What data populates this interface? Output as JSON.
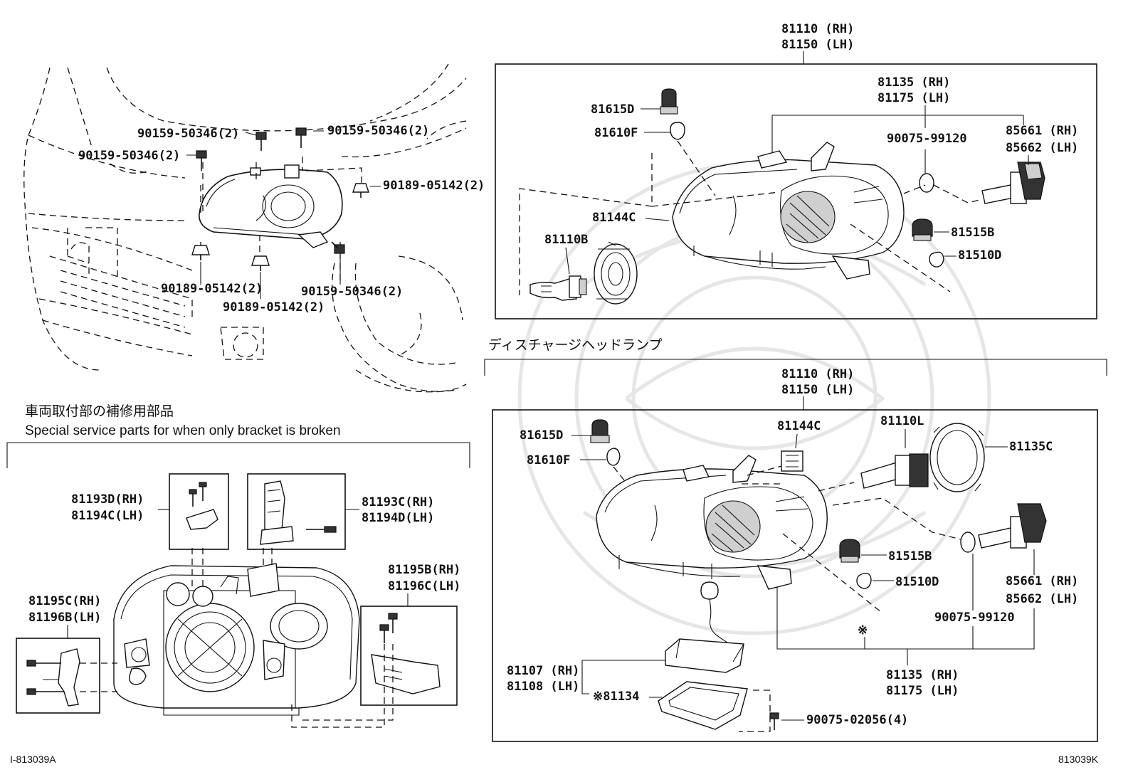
{
  "header": {
    "headlamp_label_rh": "81110 (RH)",
    "headlamp_label_lh": "81150 (LH)"
  },
  "body_panel": {
    "bolt_a": "90159-50346(2)",
    "bolt_b": "90159-50346(2)",
    "bolt_c": "90159-50346(2)",
    "bolt_d": "90159-50346(2)",
    "clip_a": "90189-05142(2)",
    "clip_b": "90189-05142(2)",
    "clip_c": "90189-05142(2)"
  },
  "halogen_panel": {
    "unit_rh": "81135 (RH)",
    "unit_lh": "81175 (LH)",
    "socket_a": "81615D",
    "bulb_a": "81610F",
    "cover": "81144C",
    "bulb_main": "81110B",
    "oring": "90075-99120",
    "bulb_hid_rh": "85661 (RH)",
    "bulb_hid_lh": "85662 (LH)",
    "socket_b": "81515B",
    "bulb_b": "81510D"
  },
  "discharge_panel": {
    "title": "ディスチャージヘッドランプ",
    "lamp_rh": "81110 (RH)",
    "lamp_lh": "81150 (LH)",
    "socket_a": "81615D",
    "bulb_a": "81610F",
    "cover": "81144C",
    "bulb_l": "81110L",
    "cap": "81135C",
    "socket_b": "81515B",
    "bulb_b": "81510D",
    "hid_rh": "85661 (RH)",
    "hid_lh": "85662 (LH)",
    "oring": "90075-99120",
    "mark": "※",
    "unit_rh": "81135 (RH)",
    "unit_lh": "81175 (LH)",
    "ballast_rh": "81107 (RH)",
    "ballast_lh": "81108 (LH)",
    "ballast_cover": "※81134",
    "screw": "90075-02056(4)"
  },
  "repair_panel": {
    "title_jp": "車両取付部の補修用部品",
    "title_en": "Special service parts for when only bracket is broken",
    "bracket_d_rh": "81193D(RH)",
    "bracket_c_lh": "81194C(LH)",
    "bracket_c_rh": "81193C(RH)",
    "bracket_d_lh": "81194D(LH)",
    "bracket_b_rh": "81195B(RH)",
    "bracket_c2_lh": "81196C(LH)",
    "bracket_c3_rh": "81195C(RH)",
    "bracket_b2_lh": "81196B(LH)"
  },
  "footer": {
    "left_code": "I-813039A",
    "right_code": "813039K"
  }
}
